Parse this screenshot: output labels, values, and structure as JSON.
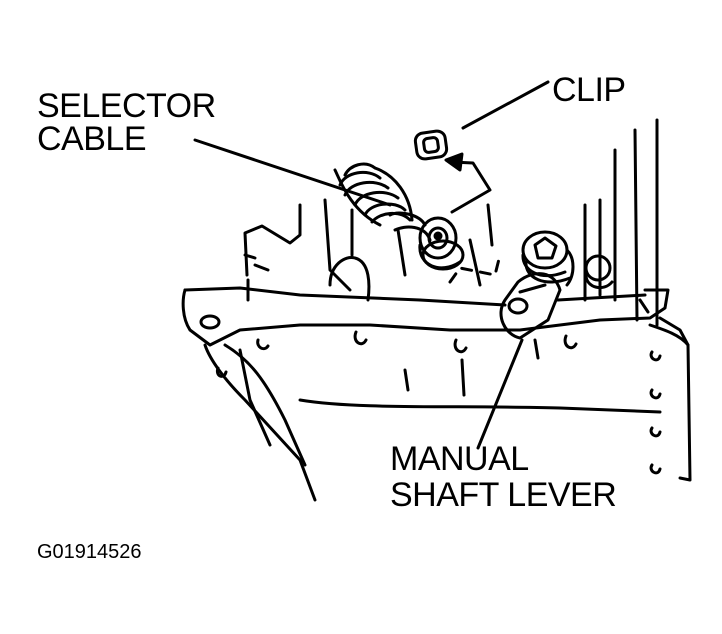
{
  "labels": {
    "selector_cable_line1": "SELECTOR",
    "selector_cable_line2": "CABLE",
    "clip": "CLIP",
    "manual_shaft_lever_line1": "MANUAL",
    "manual_shaft_lever_line2": "SHAFT LEVER"
  },
  "figure_id": "G01914526",
  "colors": {
    "ink": "#000000",
    "paper": "#ffffff"
  }
}
